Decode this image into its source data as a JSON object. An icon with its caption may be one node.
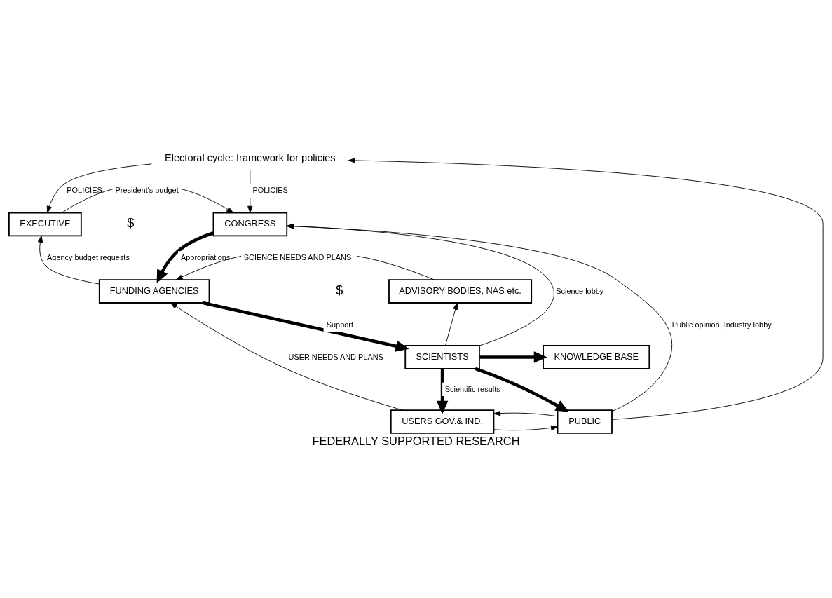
{
  "diagram": {
    "caption": "FEDERALLY SUPPORTED RESEARCH",
    "nodes": [
      {
        "text": [
          "Electoral cycle: framework for policies"
        ]
      },
      {
        "text": [
          "EXECUTIVE"
        ]
      },
      {
        "text": [
          "CONGRESS"
        ]
      },
      {
        "text": [
          "FUNDING AGENCIES"
        ]
      },
      {
        "text": [
          "ADVISORY BODIES, NAS etc."
        ]
      },
      {
        "text": [
          "KNOWLEDGE BASE"
        ]
      },
      {
        "text": [
          "SCIENTISTS"
        ]
      },
      {
        "text": [
          "USERS GOV.& IND."
        ]
      },
      {
        "text": [
          "PUBLIC"
        ]
      }
    ],
    "edges": [
      {
        "from": 0,
        "to": 1,
        "arrow": "to",
        "label": "POLICIES"
      },
      {
        "from": 0,
        "to": 2,
        "arrow": "to",
        "label": "POLICIES"
      },
      {
        "from": 1,
        "to": 2,
        "arrow": "to",
        "label": "President's budget"
      },
      {
        "from": 2,
        "to": 3,
        "arrow": "to",
        "label": "Appropriations",
        "style": "thick"
      },
      {
        "from": 3,
        "to": 1,
        "arrow": "to",
        "label": "Agency budget requests"
      },
      {
        "from": 4,
        "to": 3,
        "arrow": "to",
        "label": "SCIENCE NEEDS AND PLANS"
      },
      {
        "from": 7,
        "to": 3,
        "arrow": "to",
        "label": "USER NEEDS AND PLANS"
      },
      {
        "from": 3,
        "to": 6,
        "arrow": "to",
        "label": "Support",
        "style": "thick"
      },
      {
        "from": 6,
        "to": 5,
        "arrow": "to",
        "style": "thick"
      },
      {
        "from": 6,
        "to": 4,
        "arrow": "to"
      },
      {
        "from": 6,
        "to": 2,
        "arrow": "to",
        "label": "Science lobby"
      },
      {
        "from": 6,
        "to": 7,
        "arrow": "to",
        "label": "Scientific results",
        "style": "thick"
      },
      {
        "from": 6,
        "to": 8,
        "arrow": "to",
        "style": "thick"
      },
      {
        "from": 7,
        "to": 8,
        "arrow": "to"
      },
      {
        "from": 8,
        "to": 7,
        "arrow": "to"
      },
      {
        "from": 8,
        "to": 2,
        "arrow": "to",
        "label": "Public opinion, Industry lobby"
      },
      {
        "from": 8,
        "to": 0,
        "arrow": "to"
      }
    ],
    "labels": [
      "$",
      "$"
    ]
  }
}
